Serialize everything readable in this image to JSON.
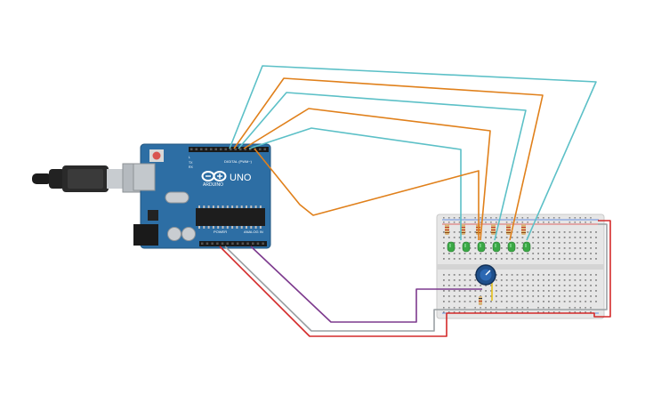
{
  "board": {
    "logo_text": "ARDUINO",
    "model_text": "UNO",
    "digital_label": "DIGITAL (PWM~)",
    "analog_label": "ANALOG IN",
    "power_label": "POWER",
    "tx_label": "TX",
    "rx_label": "RX",
    "l_label": "L"
  },
  "colors": {
    "board": "#2d6ea4",
    "wire_cyan": "#5cc0c7",
    "wire_orange": "#e0801b",
    "wire_purple": "#7d3a8e",
    "wire_gray": "#9aa0a4",
    "wire_red": "#d32a2a",
    "wire_yellow": "#e6c21a",
    "led_green": "#3aa845",
    "potentiometer": "#1f4f8a"
  },
  "components": {
    "leds": 6,
    "resistors": 7,
    "potentiometers": 1
  }
}
